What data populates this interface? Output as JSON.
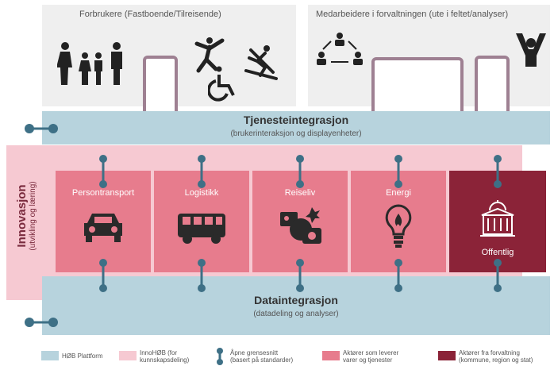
{
  "top": {
    "consumers_label": "Forbrukere (Fastboende/Tilreisende)",
    "employees_label": "Medarbeidere i forvaltningen  (ute i feltet/analyser)"
  },
  "bands": {
    "service_title": "Tjenesteintegrasjon",
    "service_sub": "(brukerinteraksjon  og displayenheter)",
    "data_title": "Dataintegrasjon",
    "data_sub": "(datadeling og analyser)"
  },
  "innovation": {
    "title": "Innovasjon",
    "sub": "(utvikling  og læring)"
  },
  "sectors": [
    {
      "label": "Persontransport",
      "icon": "car-icon"
    },
    {
      "label": "Logistikk",
      "icon": "bus-icon"
    },
    {
      "label": "Reiseliv",
      "icon": "travel-icon"
    },
    {
      "label": "Energi",
      "icon": "lightbulb-icon"
    },
    {
      "label": "Offentlig",
      "icon": "government-building-icon"
    }
  ],
  "legend": {
    "platform": "HØB Plattform",
    "inno_line1": "InnoHØB (for",
    "inno_line2": "kunnskapsdeling)",
    "api_line1": "Åpne grensesnitt",
    "api_line2": "(basert på standarder)",
    "actors_line1": "Aktører som leverer",
    "actors_line2": "varer og tjenester",
    "public_line1": "Aktører fra forvaltning",
    "public_line2": "(kommune, region og stat)"
  },
  "colors": {
    "platform": "#b7d3dd",
    "innovation": "#f6c9d2",
    "actors": "#e77c8d",
    "public": "#8b2338",
    "connector": "#3e7086",
    "device": "#9e8092"
  }
}
